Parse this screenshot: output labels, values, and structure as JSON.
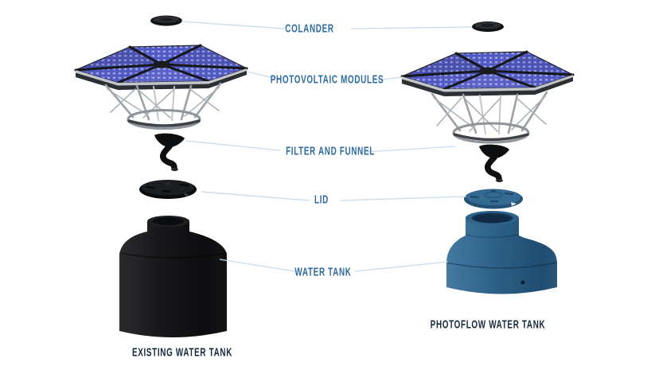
{
  "colors": {
    "label_blue": "#2d6b9f",
    "label_navy": "#16293c",
    "leader_line": "#c7dded",
    "pv_panel_blue": "#5a62c9",
    "pv_frame_black": "#15171a",
    "existing_tank_black": "#141416",
    "photoflow_tank_blue": "#2e6289",
    "support_frame_gray": "#9ba1a6"
  },
  "labels": {
    "colander": "COLANDER",
    "photovoltaic_modules": "PHOTOVOLTAIC MODULES",
    "filter_and_funnel": "FILTER AND FUNNEL",
    "lid": "LID",
    "water_tank": "WATER TANK",
    "existing_water_tank": "EXISTING WATER TANK",
    "photoflow_water_tank": "PHOTOFLOW WATER TANK"
  }
}
